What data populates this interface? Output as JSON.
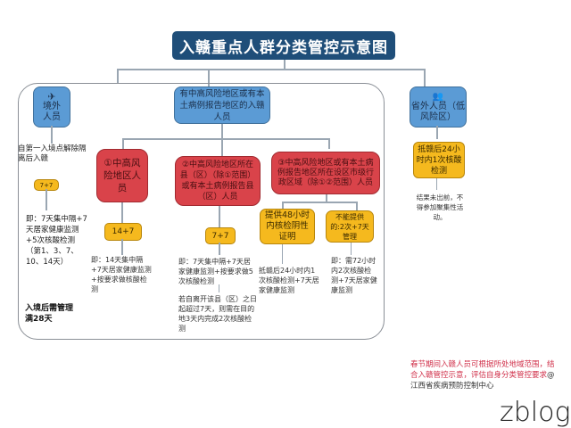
{
  "title": "入赣重点人群分类管控示意图",
  "overseas": {
    "icon": "airplane-icon",
    "label": "境外人员",
    "condition": "自第一入境点解除隔离后入赣",
    "tag": "7+7",
    "detail": "即：7天集中隔+7天居家健康监测+5次核酸检测（第1、3、7、10、14天）",
    "footer": "入境后需管理满28天"
  },
  "high_risk_group": {
    "label": "有中高风险地区或有本土病例报告地区的入赣人员",
    "branch1": {
      "label": "①中高风险地区人员",
      "tag": "14+7",
      "detail": "即：14天集中隔+7天居家健康监测+按要求做核酸检测"
    },
    "branch2": {
      "label": "②中高风险地区所在县（区）（除①范围）或有本土病例报告县（区）人员",
      "tag": "7+7",
      "detail": "即：7天集中隔+7天居家健康监测+按要求做5次核酸检测",
      "extra": "若自离开该县（区）之日起超过7天，则需在目的地3天内完成2次核酸检测"
    },
    "branch3": {
      "label": "③中高风险地区或有本土病例报告地区所在设区市级行政区域（除①②范围）人员",
      "option_a": {
        "label": "提供48小时内核检阴性证明",
        "detail": "抵赣后24小时内1次核酸检测+7天居家健康监测"
      },
      "option_b": {
        "label": "不能提供的:2次+7天管理",
        "detail": "即：需72小时内2次核酸检测+7天居家健康监测"
      }
    }
  },
  "out_of_province": {
    "icon": "people-icon",
    "label": "省外人员（低风险区）",
    "tag": "抵赣后24小时内1次核酸检测",
    "detail": "结果未出前，不得参加聚集性活动。"
  },
  "footer_note": {
    "red_text": "春节期间入赣人员可根据所处地域范围，结合入赣管控示意，评估自身分类管控要求",
    "source": "@江西省疾病预防控制中心"
  },
  "watermark": "zblog"
}
